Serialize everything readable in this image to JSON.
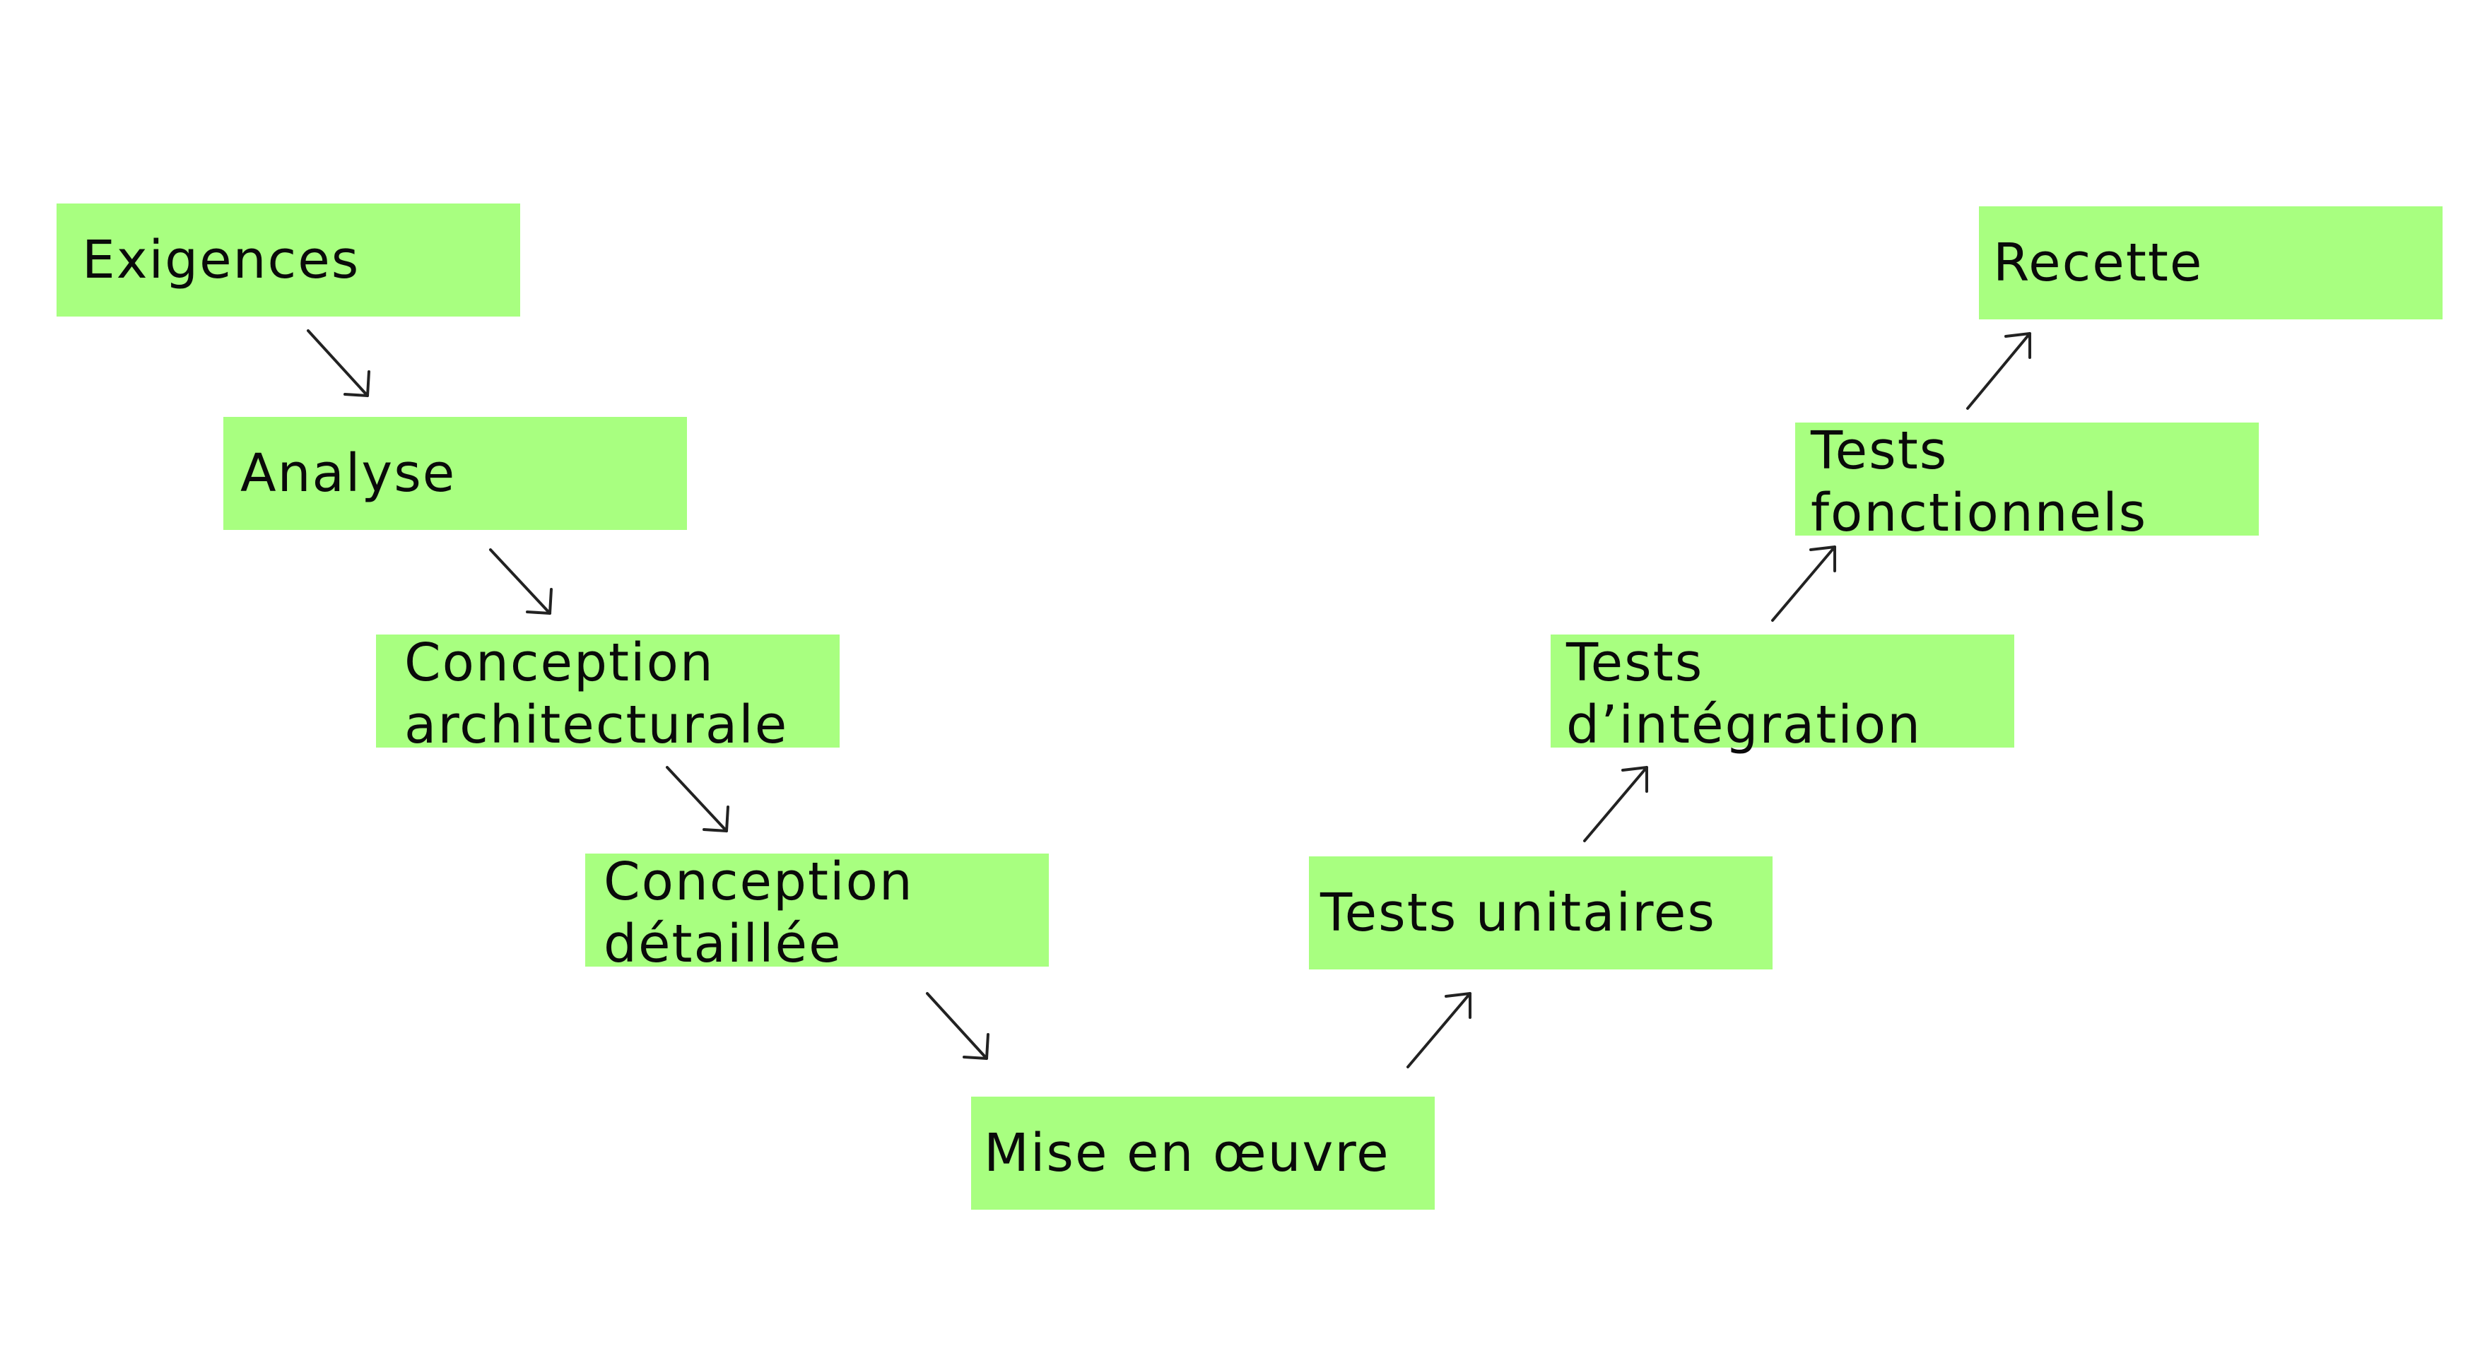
{
  "diagram": {
    "left_branch": [
      {
        "id": "exigences",
        "label": "Exigences"
      },
      {
        "id": "analyse",
        "label": "Analyse"
      },
      {
        "id": "conception-architecturale",
        "label": "Conception\narchitecturale"
      },
      {
        "id": "conception-detaillee",
        "label": "Conception\ndétaillée"
      }
    ],
    "bottom": {
      "id": "mise-en-oeuvre",
      "label": "Mise en œuvre"
    },
    "right_branch": [
      {
        "id": "tests-unitaires",
        "label": "Tests unitaires"
      },
      {
        "id": "tests-integration",
        "label": "Tests\nd’intégration"
      },
      {
        "id": "tests-fonctionnels",
        "label": "Tests\nfonctionnels"
      },
      {
        "id": "recette",
        "label": "Recette"
      }
    ],
    "colors": {
      "box_fill": "#a8ff80",
      "text": "#0a0a0a",
      "arrow": "#222222"
    }
  }
}
